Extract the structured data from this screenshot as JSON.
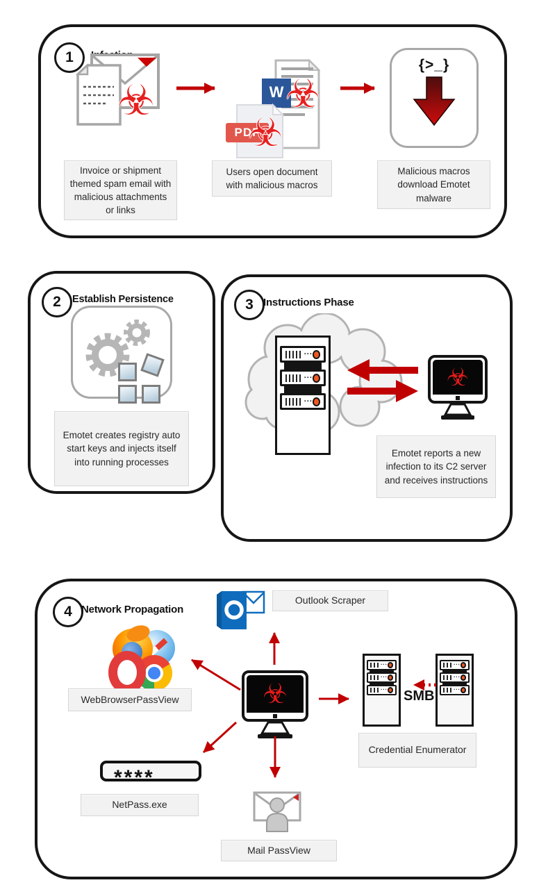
{
  "colors": {
    "arrow_red": "#c00000",
    "biohazard_red": "#e62020",
    "word_blue": "#2b579a",
    "pdf_red": "#e2574c",
    "outlook_blue": "#0f6cbd",
    "led_orange": "#f0571e",
    "smb_red": "#cc0000"
  },
  "icons": {
    "biohazard": "☣",
    "ellipsis": "...",
    "terminal_prompt": "{>_}"
  },
  "panel1": {
    "number": "1",
    "title": "Infection",
    "word_letter": "W",
    "pdf_label": "PDF",
    "caption_email": "Invoice or shipment themed spam email with malicious attachments or links",
    "caption_docs": "Users open document with malicious macros",
    "caption_macros": "Malicious macros download Emotet malware"
  },
  "panel2": {
    "number": "2",
    "title": "Establish Persistence",
    "caption": "Emotet creates registry auto start keys and injects itself into running processes"
  },
  "panel3": {
    "number": "3",
    "title": "Instructions Phase",
    "caption": "Emotet reports a new infection to its C2 server and receives instructions"
  },
  "panel4": {
    "number": "4",
    "title": "Network Propagation",
    "outlook_label": "Outlook Scraper",
    "webbrowser_label": "WebBrowserPassView",
    "netpass_label": "NetPass.exe",
    "mailpassview_label": "Mail PassView",
    "credential_label": "Credential Enumerator",
    "smb_label": "SMB",
    "password_mask": "****"
  }
}
